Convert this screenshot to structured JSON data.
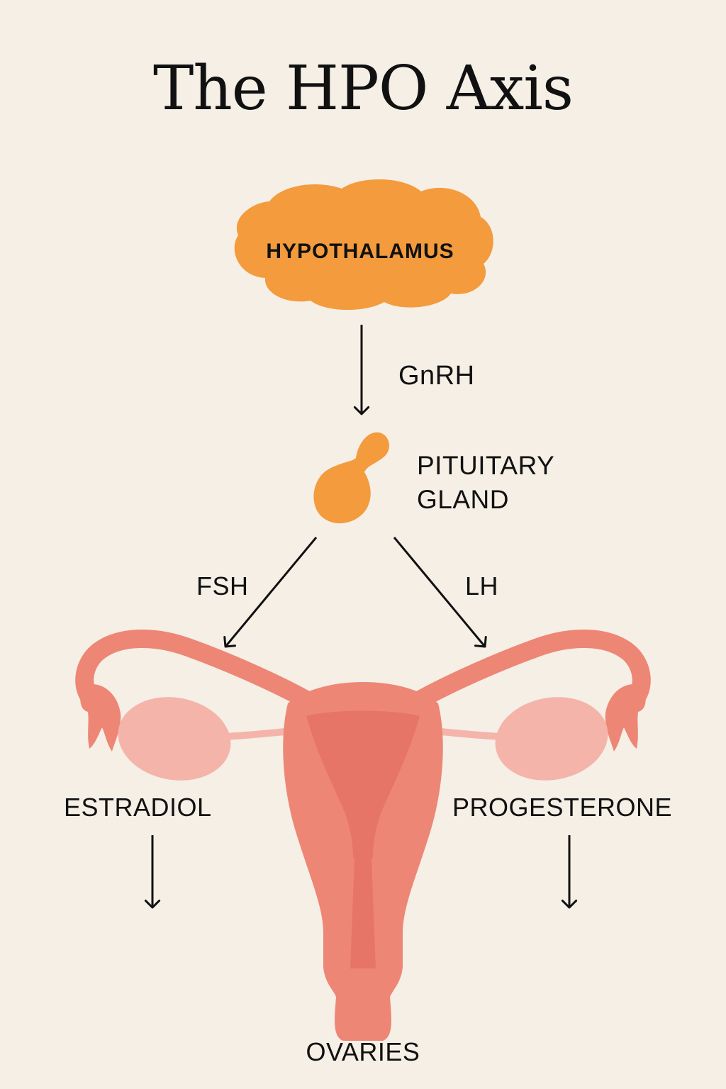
{
  "title": "The HPO Axis",
  "nodes": {
    "hypothalamus": "HYPOTHALAMUS",
    "pituitary_line1": "PITUITARY",
    "pituitary_line2": "GLAND",
    "ovaries": "OVARIES"
  },
  "hormones": {
    "gnrh": "GnRH",
    "fsh": "FSH",
    "lh": "LH",
    "estradiol": "ESTRADIOL",
    "progesterone": "PROGESTERONE"
  },
  "colors": {
    "background": "#f5efe6",
    "orange": "#f39b3d",
    "uterus": "#ee8675",
    "uterus_dark": "#e67568",
    "ovary": "#f4b4aa",
    "ink": "#111111"
  }
}
